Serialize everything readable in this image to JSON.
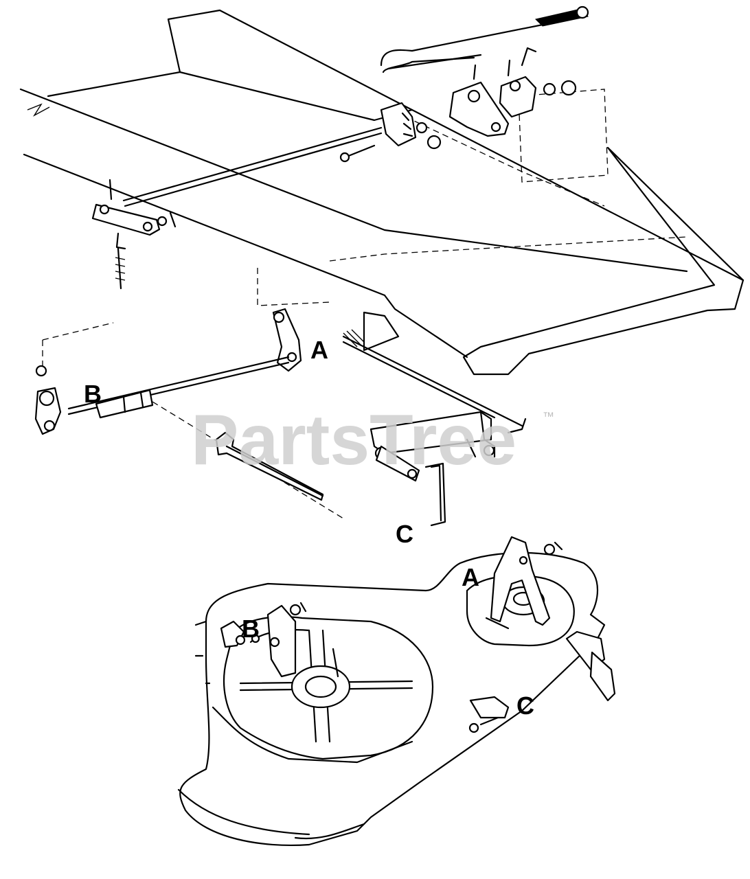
{
  "labels": {
    "a_top": "A",
    "b_top": "B",
    "c_top": "C",
    "a_bottom": "A",
    "b_bottom": "B",
    "c_bottom": "C"
  },
  "watermark": {
    "text": "PartsTree",
    "trademark": "™"
  }
}
